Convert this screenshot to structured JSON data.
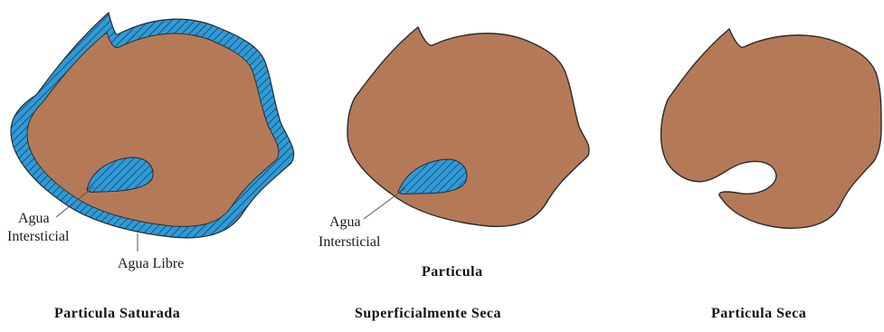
{
  "colors": {
    "particle": "#B47A58",
    "water": "#2E9BD6",
    "outline": "#2a2a2a",
    "hatch": "#1f3d66"
  },
  "panels": [
    {
      "caption": "Particula Saturada",
      "labels": {
        "agua": "Agua",
        "intersticial": "Intersticial",
        "agua_libre": "Agua Libre"
      }
    },
    {
      "caption_line1": "Particula",
      "caption_line2": "Superficialmente Seca",
      "labels": {
        "agua": "Agua",
        "intersticial": "Intersticial"
      }
    },
    {
      "caption": "Particula Seca"
    }
  ]
}
